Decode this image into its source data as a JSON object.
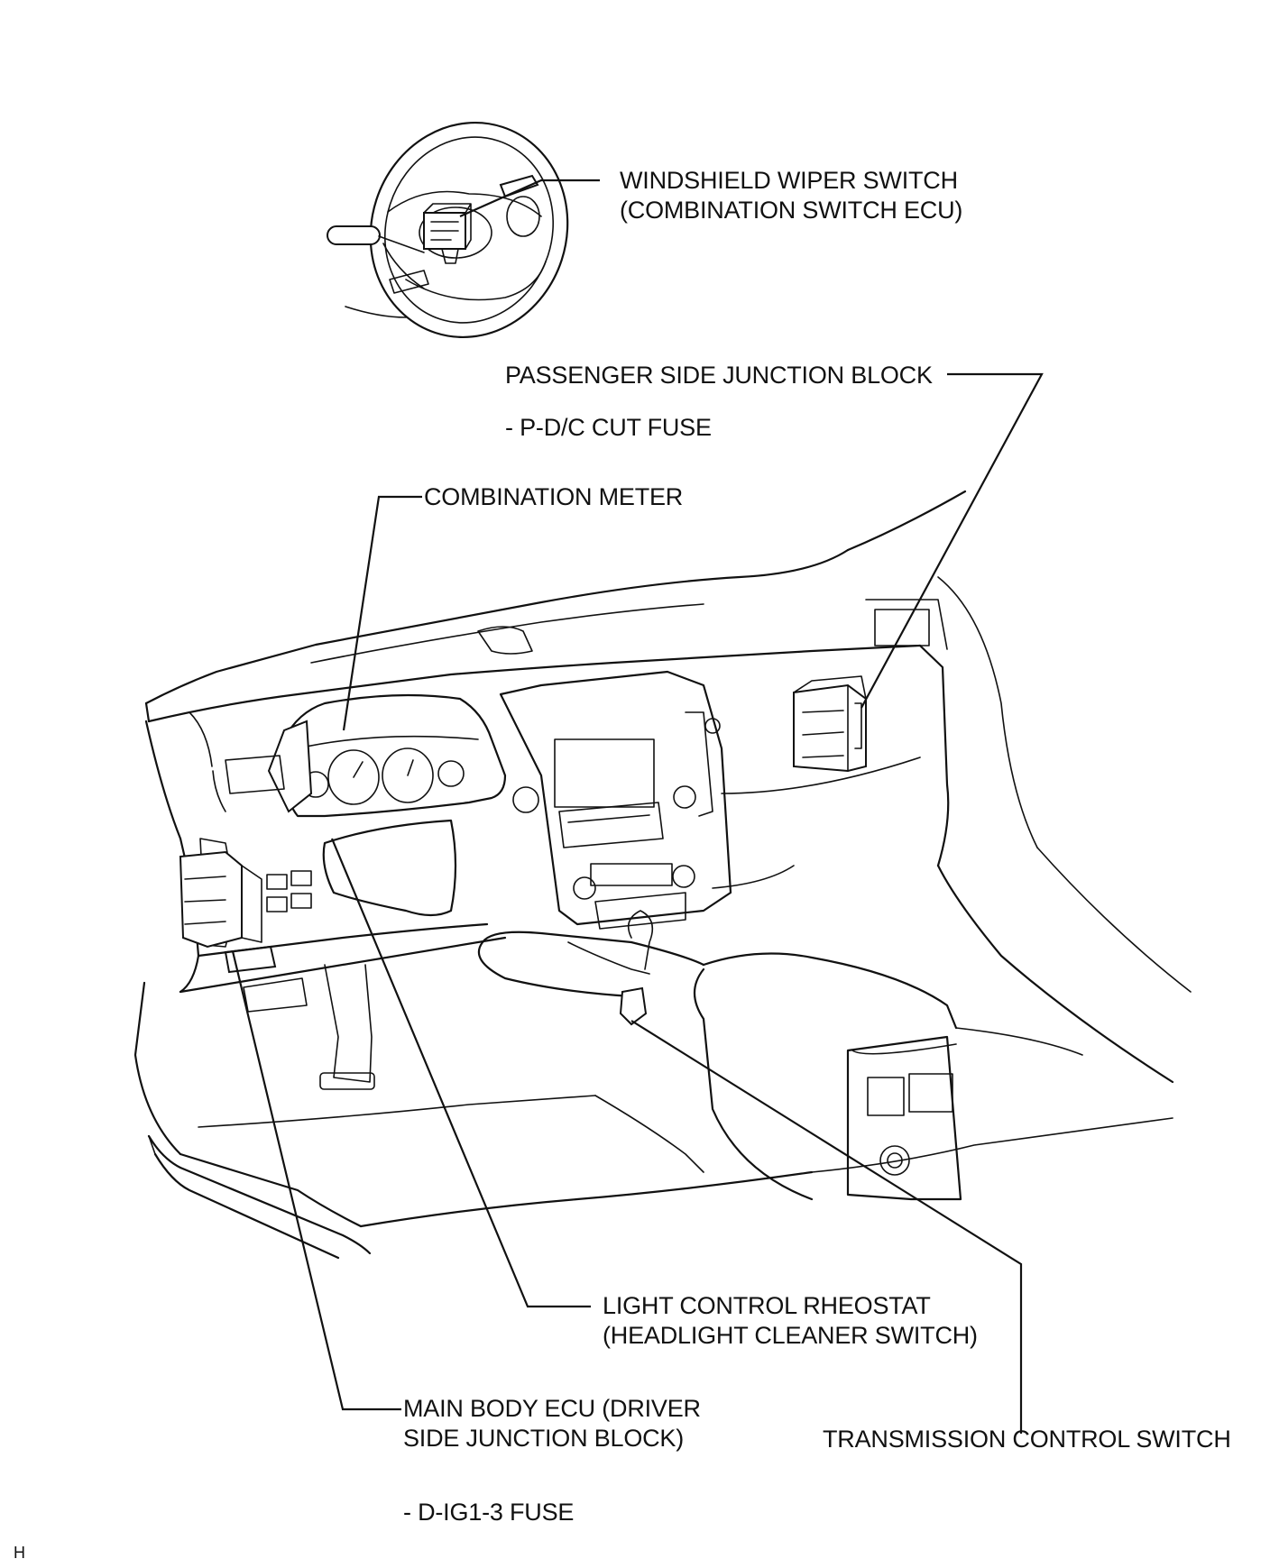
{
  "labels": {
    "wiper_switch_line1": "WINDSHIELD WIPER SWITCH",
    "wiper_switch_line2": "(COMBINATION SWITCH ECU)",
    "passenger_jb": "PASSENGER SIDE JUNCTION BLOCK",
    "passenger_fuse": "- P-D/C CUT FUSE",
    "combination_meter": "COMBINATION METER",
    "rheostat_line1": "LIGHT CONTROL RHEOSTAT",
    "rheostat_line2": "(HEADLIGHT CLEANER SWITCH)",
    "main_body_ecu_line1": "MAIN BODY ECU (DRIVER",
    "main_body_ecu_line2": "SIDE JUNCTION BLOCK)",
    "transmission_switch": "TRANSMISSION CONTROL SWITCH",
    "driver_fuse": "- D-IG1-3 FUSE"
  },
  "figure_id": "H"
}
